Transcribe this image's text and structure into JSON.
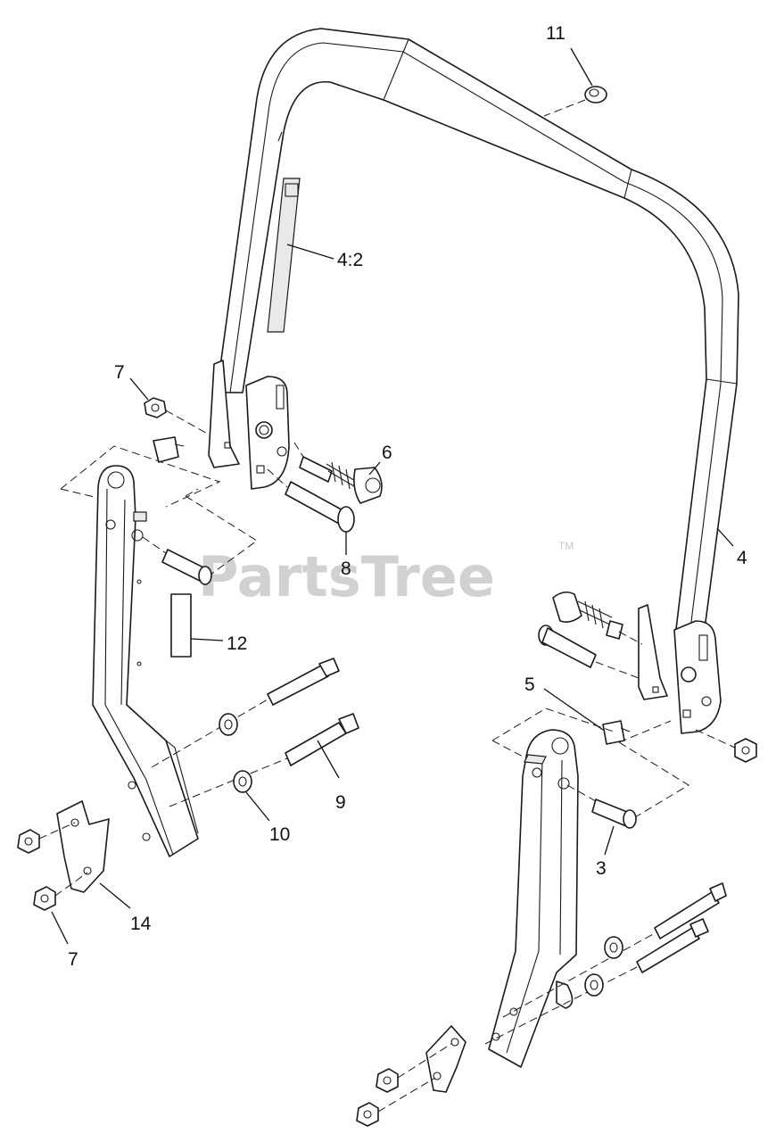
{
  "watermark": {
    "text": "PartsTree",
    "trademark": "TM"
  },
  "callouts": {
    "c11": "11",
    "c4_2": "4:2",
    "c7_top": "7",
    "c6": "6",
    "c8": "8",
    "c4": "4",
    "c12": "12",
    "c5": "5",
    "c9": "9",
    "c10": "10",
    "c3": "3",
    "c14": "14",
    "c7_bottom": "7"
  }
}
